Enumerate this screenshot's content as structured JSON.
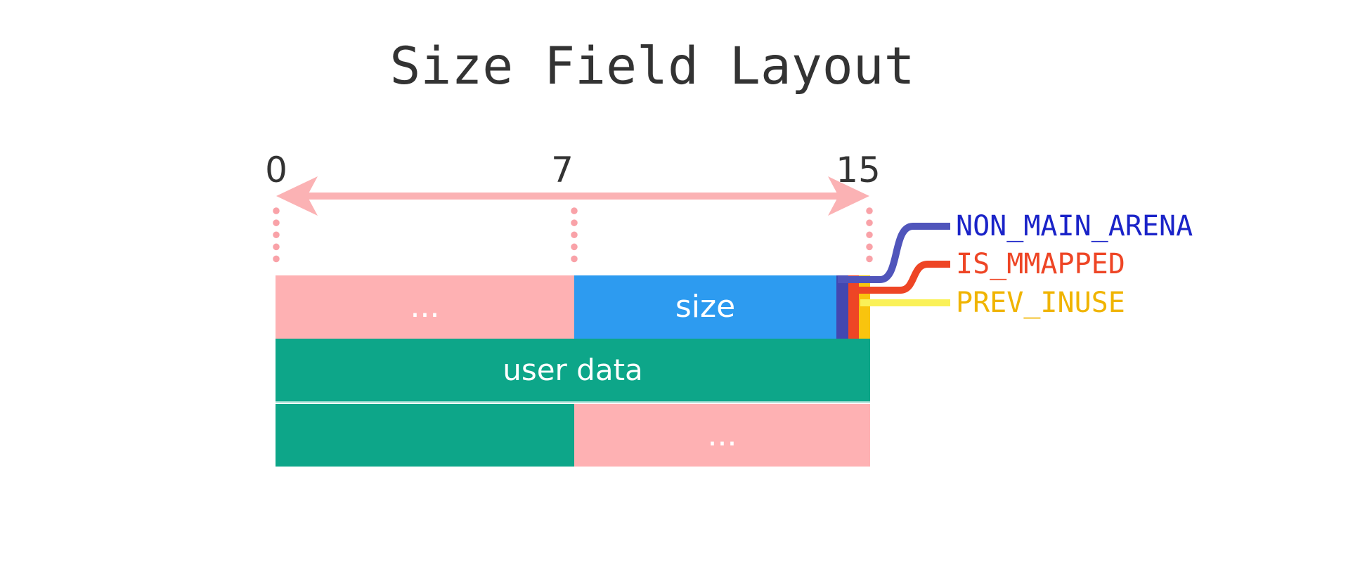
{
  "title": "Size Field Layout",
  "ruler": {
    "ticks": [
      {
        "label": "0"
      },
      {
        "label": "7"
      },
      {
        "label": "15"
      }
    ]
  },
  "blocks": {
    "row1_prev": "...",
    "row1_size": "size",
    "row2_user_data": "user data",
    "row3_next": "..."
  },
  "flags": [
    {
      "label": "NON_MAIN_ARENA",
      "text_color": "#1a23c8",
      "line_color": "#5055bb",
      "stripe_color": "#4347b0"
    },
    {
      "label": "IS_MMAPPED",
      "text_color": "#ee4525",
      "line_color": "#ee4525",
      "stripe_color": "#ee4525"
    },
    {
      "label": "PREV_INUSE",
      "text_color": "#f0b400",
      "line_color": "#faf158",
      "stripe_color": "#f9c40e"
    }
  ],
  "colors": {
    "background": "#ffffff",
    "pink_block": "#feb1b3",
    "blue_block": "#2d9bf0",
    "green_block": "#0da689",
    "arrow": "#fbb2b4",
    "dotted_line": "#f9a2a8",
    "title_text": "#333333",
    "tick_text": "#333333",
    "block_text": "#ffffff"
  }
}
